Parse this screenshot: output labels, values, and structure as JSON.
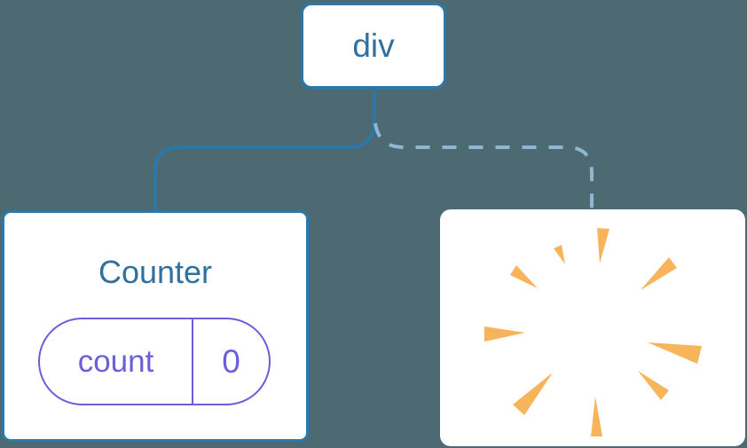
{
  "root_node": {
    "label": "div"
  },
  "counter_node": {
    "title": "Counter",
    "state": {
      "key": "count",
      "value": "0"
    }
  },
  "removed_node": {
    "icon": "poof-starburst-icon"
  },
  "edges": {
    "kept": "solid",
    "removed": "dashed"
  },
  "colors": {
    "bg": "#4D6A73",
    "edge": "#2A79AD",
    "text": "#2F709F",
    "purple": "#6A5ED9",
    "dashed": "#8FB7D4",
    "orange": "#F8B45A",
    "card": "#FFFFFF"
  }
}
